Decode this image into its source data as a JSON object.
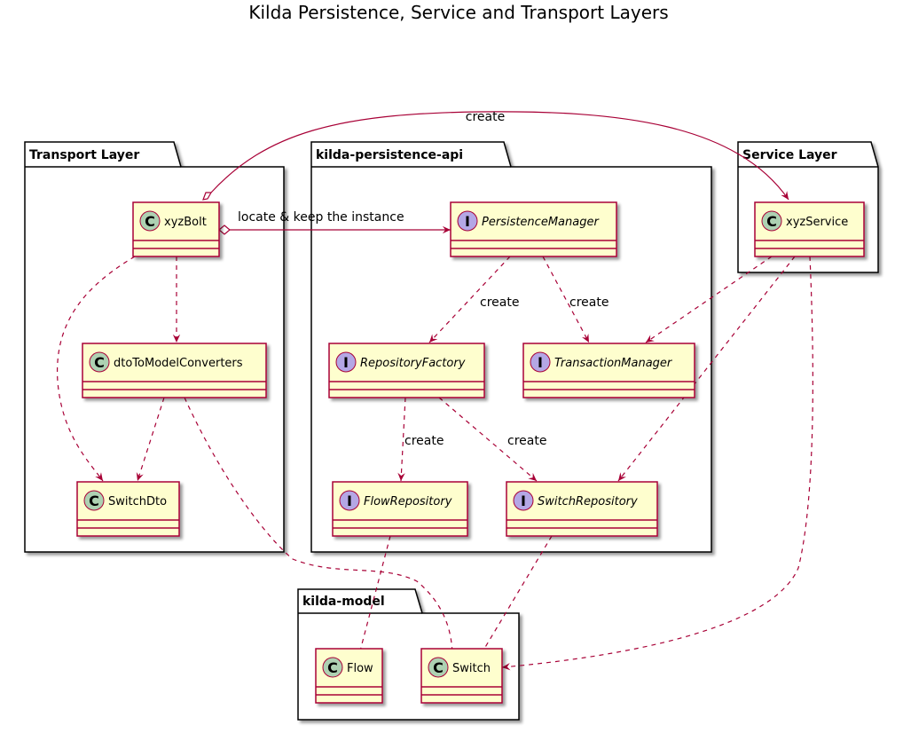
{
  "title": "Kilda Persistence, Service and Transport Layers",
  "colors": {
    "class_fill": "#FEFECE",
    "class_border": "#A80036",
    "class_badge": "#ADD1B2",
    "interface_badge": "#B4A7E5",
    "edge": "#A80036",
    "package_border": "#000000"
  },
  "packages": {
    "transport": "Transport Layer",
    "persistence": "kilda-persistence-api",
    "service": "Service Layer",
    "model": "kilda-model"
  },
  "classes": {
    "xyzBolt": {
      "name": "xyzBolt",
      "badge": "C"
    },
    "dtoToModelConverters": {
      "name": "dtoToModelConverters",
      "badge": "C"
    },
    "SwitchDto": {
      "name": "SwitchDto",
      "badge": "C"
    },
    "PersistenceManager": {
      "name": "PersistenceManager",
      "badge": "I"
    },
    "RepositoryFactory": {
      "name": "RepositoryFactory",
      "badge": "I"
    },
    "TransactionManager": {
      "name": "TransactionManager",
      "badge": "I"
    },
    "FlowRepository": {
      "name": "FlowRepository",
      "badge": "I"
    },
    "SwitchRepository": {
      "name": "SwitchRepository",
      "badge": "I"
    },
    "xyzService": {
      "name": "xyzService",
      "badge": "C"
    },
    "Flow": {
      "name": "Flow",
      "badge": "C"
    },
    "Switch": {
      "name": "Switch",
      "badge": "C"
    }
  },
  "edge_labels": {
    "bolt_service": "create",
    "bolt_pm": "locate & keep the instance",
    "pm_rf": "create",
    "pm_tm": "create",
    "rf_fr": "create",
    "rf_sr": "create"
  }
}
